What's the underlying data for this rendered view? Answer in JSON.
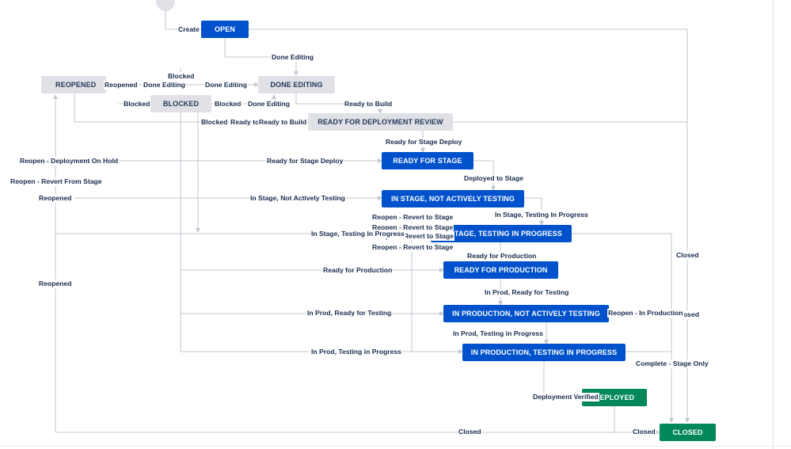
{
  "diagram": {
    "statuses": {
      "open": "OPEN",
      "done_editing": "DONE EDITING",
      "reopened": "REOPENED",
      "blocked": "BLOCKED",
      "ready_for_deployment_review": "READY FOR DEPLOYMENT REVIEW",
      "ready_for_stage": "READY FOR STAGE",
      "in_stage_not_testing": "IN STAGE, NOT ACTIVELY TESTING",
      "in_stage_testing": "IN STAGE, TESTING IN PROGRESS",
      "ready_for_production": "READY FOR PRODUCTION",
      "in_production_not_testing": "IN PRODUCTION, NOT ACTIVELY TESTING",
      "in_production_testing": "IN PRODUCTION, TESTING IN PROGRESS",
      "deployed": "DEPLOYED",
      "closed": "CLOSED"
    },
    "transitions": {
      "create": "Create",
      "done_editing_1": "Done Editing",
      "blocked_1": "Blocked",
      "reopened_done_editing": "Reopened",
      "done_editing_2": "Done Editing",
      "done_editing_3": "Done Editing",
      "blocked_2": "Blocked",
      "blocked_3": "Blocked",
      "done_editing_4": "Done Editing",
      "ready_to_build_1": "Ready to Build",
      "blocked_4": "Blocked",
      "ready_to_build_2": "Ready to Build",
      "ready_to_build_3": "Ready to Build",
      "ready_for_stage_deploy_1": "Ready for Stage Deploy",
      "reopen_deployment_on_hold": "Reopen - Deployment On Hold",
      "ready_for_stage_deploy_2": "Ready for Stage Deploy",
      "deployed_to_stage": "Deployed to Stage",
      "reopen_revert_from_stage": "Reopen - Revert From Stage",
      "reopened_1": "Reopened",
      "in_stage_not_actively_testing": "In Stage, Not Actively Testing",
      "in_stage_testing_in_progress_1": "In Stage, Testing In Progress",
      "reopen_revert_to_stage_1": "Reopen - Revert to Stage",
      "reopen_revert_to_stage_2": "Reopen - Revert to Stage",
      "reopen_revert_to_stage_3": "Reopen - Revert to Stage",
      "in_stage_testing_in_progress_2": "In Stage, Testing In Progress",
      "reopen_revert_to_stage_4": "Reopen - Revert to Stage",
      "closed_1": "Closed",
      "ready_for_production_1": "Ready for Production",
      "ready_for_production_2": "Ready for Production",
      "reopened_2": "Reopened",
      "in_prod_ready_for_testing_1": "In Prod, Ready for Testing",
      "in_prod_ready_for_testing_2": "In Prod, Ready for Testing",
      "reopen_in_production": "Reopen - In Production",
      "closed_2": "Closed",
      "in_prod_testing_in_progress_1": "In Prod, Testing in Progress",
      "in_prod_testing_in_progress_2": "In Prod, Testing in Progress",
      "complete_stage_only": "Complete - Stage Only",
      "deployment_verified": "Deployment Verified",
      "closed_3": "Closed",
      "closed_4": "Closed"
    }
  }
}
